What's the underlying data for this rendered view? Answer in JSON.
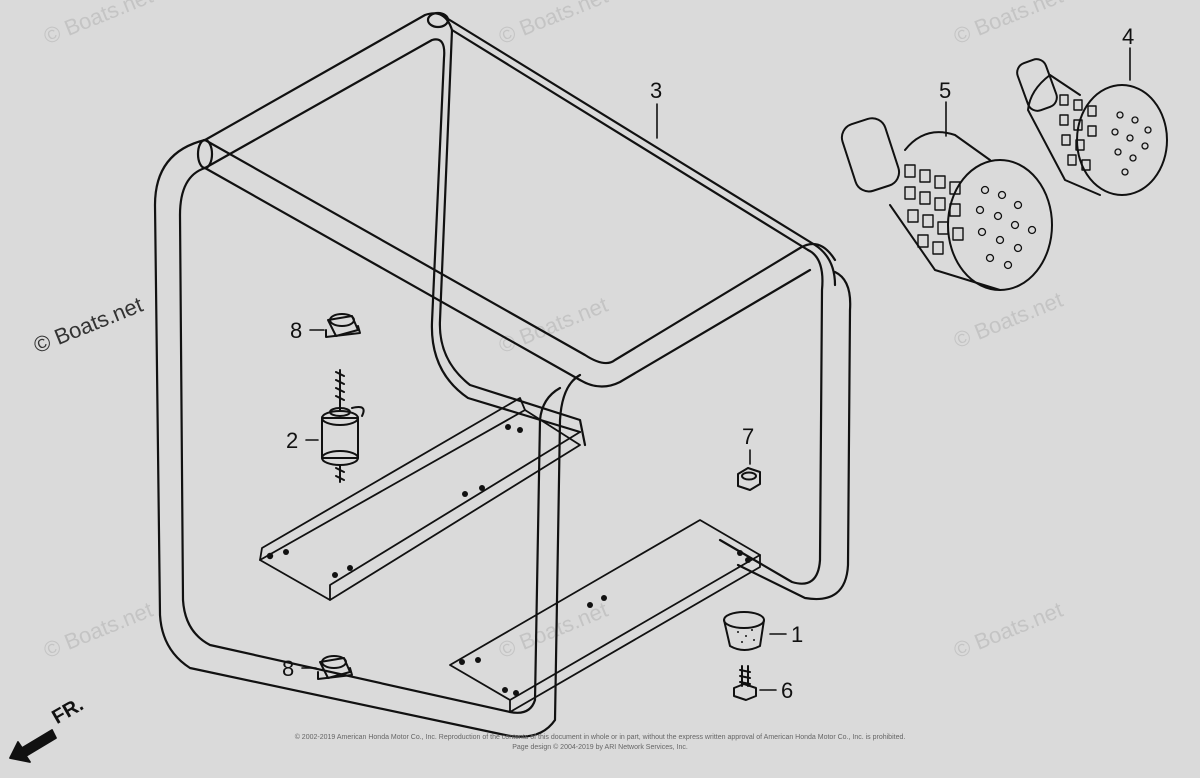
{
  "watermark": "© Boats.net",
  "callouts": {
    "p1": "1",
    "p2": "2",
    "p3": "3",
    "p4": "4",
    "p5": "5",
    "p6": "6",
    "p7": "7",
    "p8a": "8",
    "p8b": "8"
  },
  "front_label": "FR.",
  "footer": {
    "line1": "© 2002-2019 American Honda Motor Co., Inc. Reproduction of the contents of this document in whole or in part, without the express written approval of American Honda Motor Co., Inc. is prohibited.",
    "line2": "Page design © 2004-2019 by ARI Network Services, Inc."
  },
  "colors": {
    "background": "#dadada",
    "ink": "#111111",
    "watermark": "#c4c4c4"
  }
}
